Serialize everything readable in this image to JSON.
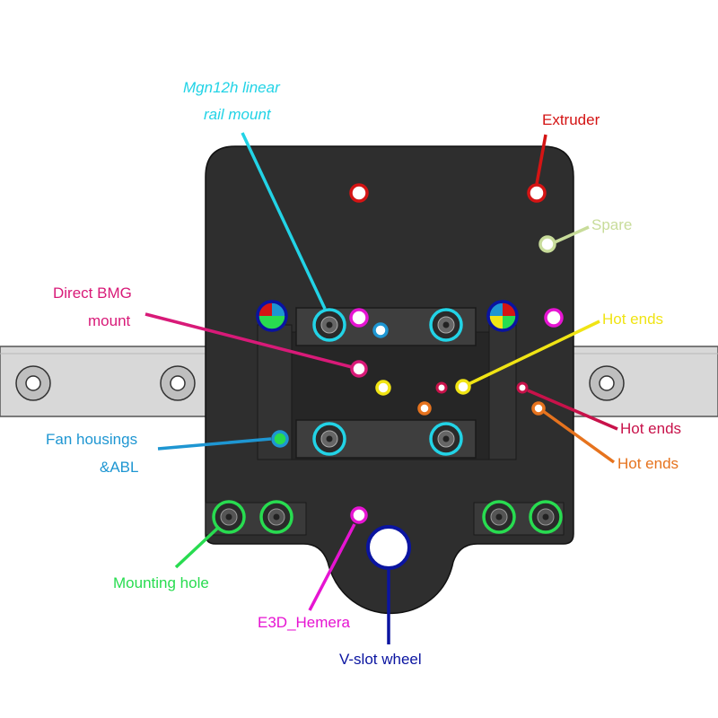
{
  "labels": {
    "mgn_line1": "Mgn12h  linear",
    "mgn_line2": "rail mount",
    "extruder": "Extruder",
    "spare": "Spare",
    "bmg_line1": "Direct BMG",
    "bmg_line2": "mount",
    "hot_ends_yellow": "Hot ends",
    "hot_ends_crimson": "Hot ends",
    "hot_ends_orange": "Hot ends",
    "fan_line1": "Fan housings",
    "fan_line2": "&ABL",
    "mounting_hole": "Mounting hole",
    "e3d_hemera": "E3D_Hemera",
    "vslot_wheel": "V-slot wheel"
  },
  "colors": {
    "mgn": "#22d3e6",
    "extruder": "#d41414",
    "spare": "#c8dc9a",
    "bmg": "#d81a78",
    "hot_ends_yellow": "#f0e414",
    "hot_ends_crimson": "#c8124a",
    "hot_ends_orange": "#e6731e",
    "fan": "#1e96d2",
    "mounting_hole": "#28dc50",
    "e3d_hemera": "#e614d2",
    "vslot_wheel": "#0a14a0",
    "plate": "#2e2e2e",
    "rail": "#d8d8d8"
  }
}
